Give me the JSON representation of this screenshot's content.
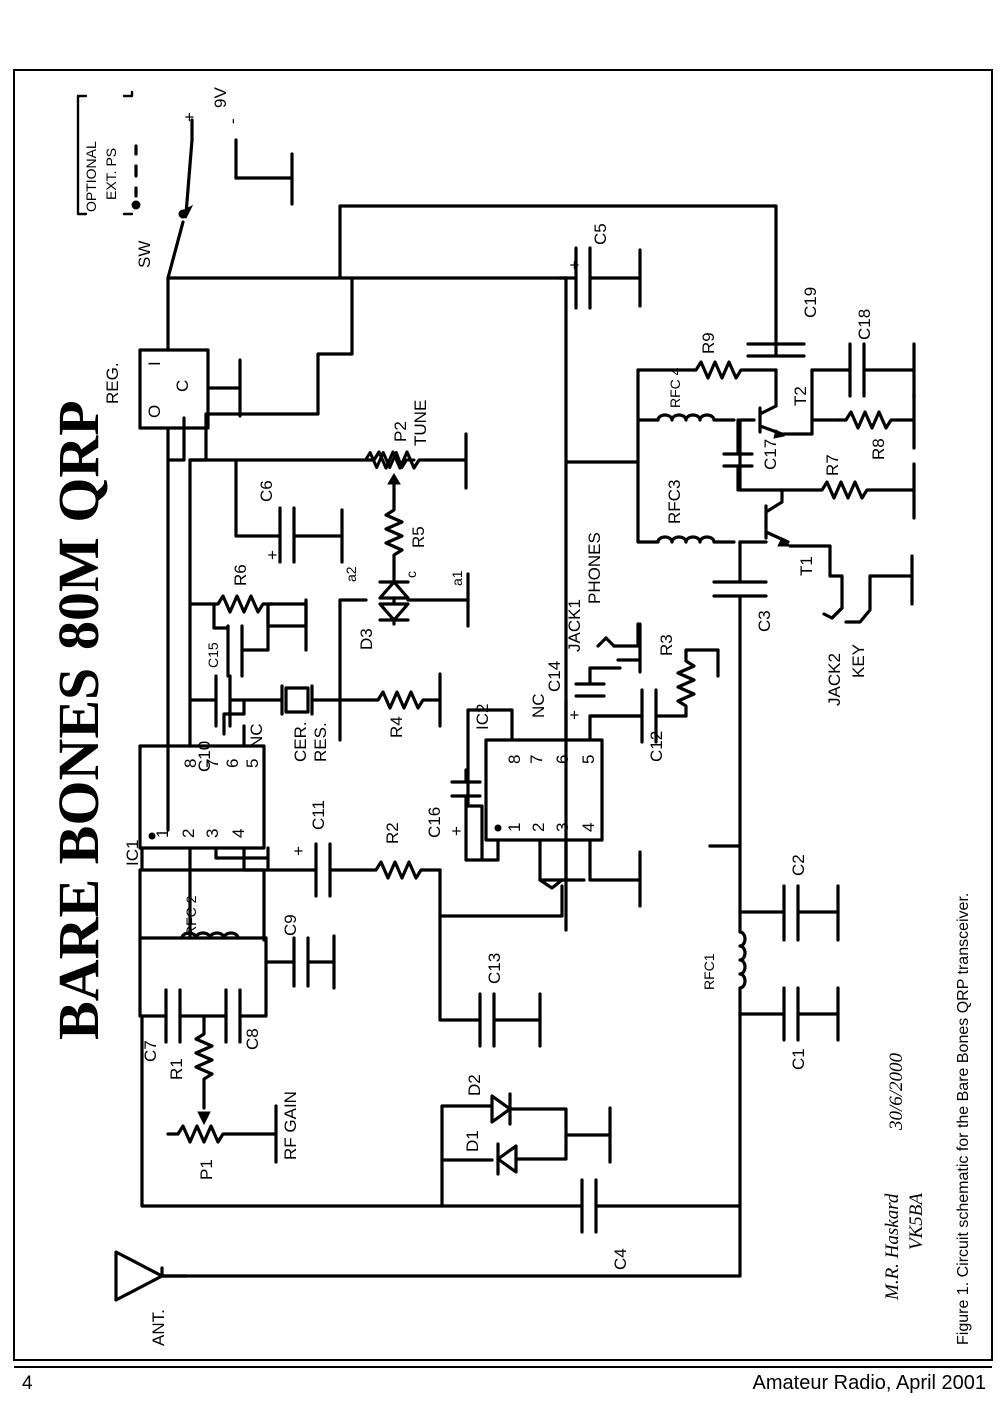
{
  "schematic": {
    "title": "BARE BONES",
    "subtitle": "80M QRP",
    "supply": {
      "optional_label": "OPTIONAL",
      "ext_ps_label": "EXT. PS",
      "switch_label": "SW",
      "plus": "+",
      "minus": "-",
      "voltage": "9V"
    },
    "regulator": {
      "label": "REG.",
      "pin_i": "I",
      "pin_o": "O",
      "pin_c": "C"
    },
    "ic1": {
      "label": "IC1",
      "pins_top": [
        "8",
        "7",
        "6",
        "5"
      ],
      "pins_bottom": [
        "1",
        "2",
        "3",
        "4"
      ],
      "nc": "NC"
    },
    "ic2": {
      "label": "IC2",
      "pins_top": [
        "8",
        "7",
        "6",
        "5"
      ],
      "pins_bottom": [
        "1",
        "2",
        "3",
        "4"
      ],
      "nc": "NC"
    },
    "components": {
      "r1": "R1",
      "r2": "R2",
      "r3": "R3",
      "r4": "R4",
      "r5": "R5",
      "r6": "R6",
      "r7": "R7",
      "r8": "R8",
      "r9": "R9",
      "c1": "C1",
      "c2": "C2",
      "c3": "C3",
      "c4": "C4",
      "c5": "C5",
      "c6": "C6",
      "c7": "C7",
      "c8": "C8",
      "c9": "C9",
      "c10": "C10",
      "c11": "C11",
      "c12": "C12",
      "c13": "C13",
      "c14": "C14",
      "c15": "C15",
      "c16": "C16",
      "c17": "C17",
      "c18": "C18",
      "c19": "C19",
      "rfc1": "RFC1",
      "rfc2": "RFC 2",
      "rfc3": "RFC3",
      "rfc4": "RFC 4",
      "d1": "D1",
      "d2": "D2",
      "d3": "D3",
      "t1": "T1",
      "t2": "T2",
      "p1": "P1",
      "p1_name": "RF GAIN",
      "p2": "P2",
      "p2_name": "TUNE",
      "cer_res": "CER.",
      "cer_res_2": "RES.",
      "jack1": "JACK1",
      "jack1_name": "PHONES",
      "jack2": "JACK2",
      "jack2_name": "KEY",
      "ant": "ANT.",
      "d3_a2": "a2",
      "d3_c": "c",
      "d3_a1": "a1",
      "plus": "+"
    },
    "signature": {
      "name": "M.R. Haskard",
      "date": "30/6/2000",
      "callsign": "VK5BA"
    }
  },
  "caption": "Figure 1. Circuit schematic for the Bare Bones QRP transceiver.",
  "footer": {
    "page_number": "4",
    "publication": "Amateur Radio, April 2001"
  }
}
